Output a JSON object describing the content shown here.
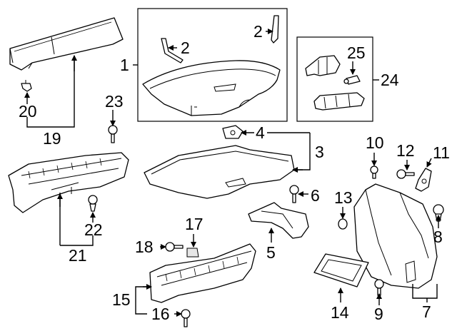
{
  "callouts": [
    "1",
    "2",
    "2",
    "3",
    "4",
    "5",
    "6",
    "7",
    "8",
    "9",
    "10",
    "11",
    "12",
    "13",
    "14",
    "15",
    "16",
    "17",
    "18",
    "19",
    "20",
    "21",
    "22",
    "23",
    "24",
    "25"
  ]
}
